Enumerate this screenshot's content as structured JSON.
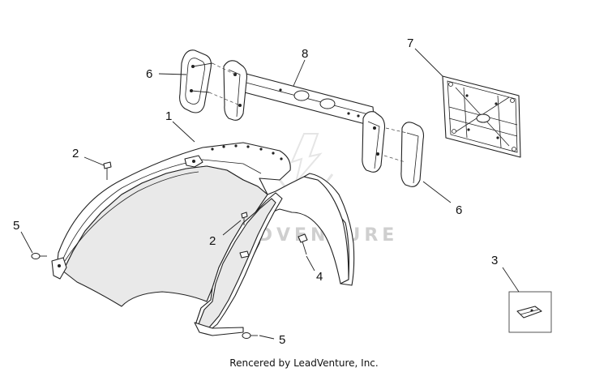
{
  "callouts": [
    {
      "id": "c1",
      "label": "1"
    },
    {
      "id": "c2a",
      "label": "2"
    },
    {
      "id": "c2b",
      "label": "2"
    },
    {
      "id": "c3",
      "label": "3"
    },
    {
      "id": "c4",
      "label": "4"
    },
    {
      "id": "c5a",
      "label": "5"
    },
    {
      "id": "c5b",
      "label": "5"
    },
    {
      "id": "c6a",
      "label": "6"
    },
    {
      "id": "c6b",
      "label": "6"
    },
    {
      "id": "c7",
      "label": "7"
    },
    {
      "id": "c8",
      "label": "8"
    }
  ],
  "watermark": "LEADVENTURE",
  "footer": "Rencered by LeadVenture, Inc."
}
